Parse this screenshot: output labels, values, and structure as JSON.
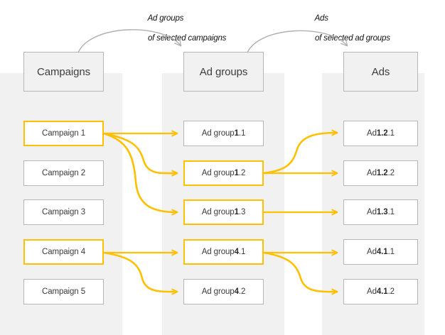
{
  "diagram": {
    "title": "Campaigns to Ad groups to Ads hierarchy",
    "colors": {
      "band": "#f1f1f1",
      "box_border": "#b6b6b6",
      "selected_border": "#ffc000",
      "connector": "#ffc000",
      "annotation_arrow": "#b0b0b0",
      "text": "#3b3b3b"
    },
    "annotations": [
      {
        "name": "ad-groups-annotation",
        "line1": "Ad groups",
        "line2": "of selected campaigns"
      },
      {
        "name": "ads-annotation",
        "line1": "Ads",
        "line2": "of selected ad groups"
      }
    ],
    "columns": [
      {
        "id": "campaigns",
        "header": "Campaigns",
        "items": [
          {
            "prefix": "Campaign ",
            "bold": "",
            "suffix": "1",
            "label": "Campaign 1",
            "selected": true
          },
          {
            "prefix": "Campaign ",
            "bold": "",
            "suffix": "2",
            "label": "Campaign 2",
            "selected": false
          },
          {
            "prefix": "Campaign ",
            "bold": "",
            "suffix": "3",
            "label": "Campaign 3",
            "selected": false
          },
          {
            "prefix": "Campaign ",
            "bold": "",
            "suffix": "4",
            "label": "Campaign 4",
            "selected": true
          },
          {
            "prefix": "Campaign ",
            "bold": "",
            "suffix": "5",
            "label": "Campaign 5",
            "selected": false
          }
        ]
      },
      {
        "id": "ad-groups",
        "header": "Ad groups",
        "items": [
          {
            "prefix": "Ad group ",
            "bold": "1",
            "suffix": ".1",
            "label": "Ad group 1.1",
            "selected": false
          },
          {
            "prefix": "Ad group ",
            "bold": "1",
            "suffix": ".2",
            "label": "Ad group 1.2",
            "selected": true
          },
          {
            "prefix": "Ad group ",
            "bold": "1",
            "suffix": ".3",
            "label": "Ad group 1.3",
            "selected": true
          },
          {
            "prefix": "Ad group ",
            "bold": "4",
            "suffix": ".1",
            "label": "Ad group 4.1",
            "selected": true
          },
          {
            "prefix": "Ad group ",
            "bold": "4",
            "suffix": ".2",
            "label": "Ad group 4.2",
            "selected": false
          }
        ]
      },
      {
        "id": "ads",
        "header": "Ads",
        "items": [
          {
            "prefix": "Ad ",
            "bold": "1.2",
            "suffix": ".1",
            "label": "Ad 1.2.1",
            "selected": false
          },
          {
            "prefix": "Ad ",
            "bold": "1.2",
            "suffix": ".2",
            "label": "Ad 1.2.2",
            "selected": false
          },
          {
            "prefix": "Ad ",
            "bold": "1.3",
            "suffix": ".1",
            "label": "Ad 1.3.1",
            "selected": false
          },
          {
            "prefix": "Ad ",
            "bold": "4.1",
            "suffix": ".1",
            "label": "Ad 4.1.1",
            "selected": false
          },
          {
            "prefix": "Ad ",
            "bold": "4.1",
            "suffix": ".2",
            "label": "Ad 4.1.2",
            "selected": false
          }
        ]
      }
    ],
    "connections": [
      {
        "from": "Campaign 1",
        "to": "Ad group 1.1"
      },
      {
        "from": "Campaign 1",
        "to": "Ad group 1.2"
      },
      {
        "from": "Campaign 1",
        "to": "Ad group 1.3"
      },
      {
        "from": "Campaign 4",
        "to": "Ad group 4.1"
      },
      {
        "from": "Campaign 4",
        "to": "Ad group 4.2"
      },
      {
        "from": "Ad group 1.2",
        "to": "Ad 1.2.1"
      },
      {
        "from": "Ad group 1.2",
        "to": "Ad 1.2.2"
      },
      {
        "from": "Ad group 1.3",
        "to": "Ad 1.3.1"
      },
      {
        "from": "Ad group 4.1",
        "to": "Ad 4.1.1"
      },
      {
        "from": "Ad group 4.1",
        "to": "Ad 4.1.2"
      }
    ]
  }
}
